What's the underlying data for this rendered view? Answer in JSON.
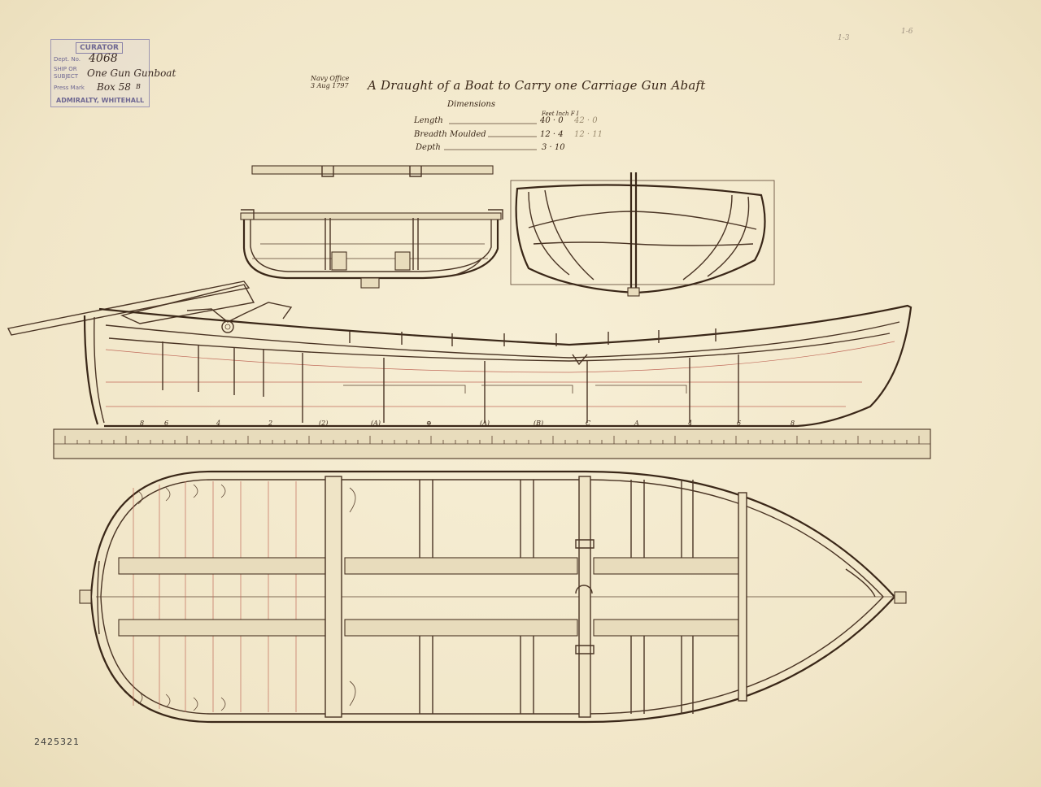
{
  "stamp": {
    "header": "CURATOR",
    "rows": [
      {
        "label": "Dept. No.",
        "value": "4068"
      },
      {
        "label": "SHIP OR",
        "value": ""
      },
      {
        "label": "SUBJECT",
        "value": "One Gun Gunboat"
      },
      {
        "label": "Press Mark",
        "value": "Box 58"
      }
    ],
    "press_suffix": "B",
    "footer": "ADMIRALTY, WHITEHALL"
  },
  "title_block": {
    "office_note": [
      "Navy Office",
      "3 Aug 1797"
    ],
    "title": "A Draught of a Boat to Carry one Carriage Gun Abaft",
    "dimensions_heading": "Dimensions",
    "column_heads": "Feet  Inch  F  I",
    "dimensions": [
      {
        "label": "Length",
        "value": "40 · 0",
        "alt": "42 · 0"
      },
      {
        "label": "Breadth Moulded",
        "value": "12 · 4",
        "alt": "12 · 11"
      },
      {
        "label": "Depth",
        "value": "3 · 10",
        "alt": ""
      }
    ]
  },
  "corner_marks": [
    "1-3",
    "1-6"
  ],
  "station_marks": [
    "8",
    "6",
    "4",
    "2",
    "(2)",
    "(A)",
    "⊕",
    "(A)",
    "(B)",
    "C",
    "A",
    "4",
    "6",
    "8"
  ],
  "reference_number": "2425321",
  "colors": {
    "paper": "#f4ecd2",
    "ink": "#4a3424",
    "red_ink": "#c06a5a",
    "stamp": "#6e6792"
  }
}
